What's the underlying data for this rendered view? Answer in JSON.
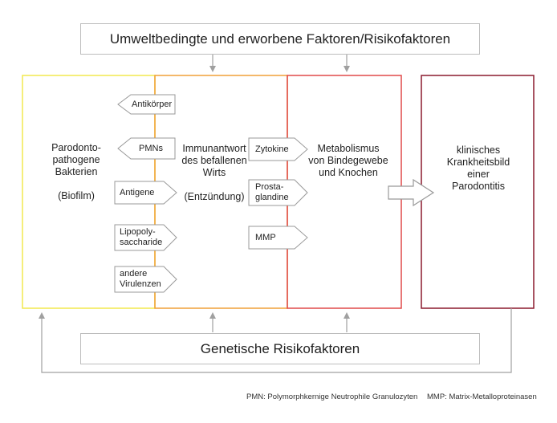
{
  "top_banner": "Umweltbedingte und erworbene Faktoren/Risikofaktoren",
  "bottom_banner": "Genetische Risikofaktoren",
  "columns": {
    "bacteria": "Parodonto-\npathogene\nBakterien\n\n(Biofilm)",
    "immune": "Immunantwort\ndes befallenen\nWirts\n\n(Entzündung)",
    "metabolism": "Metabolismus\nvon Bindegewebe\nund Knochen",
    "clinical": "klinisches\nKrankheitsbild\neiner\nParodontitis"
  },
  "left_tags": {
    "antibodies": "Antikörper",
    "pmns": "PMNs",
    "antigens": "Antigene",
    "lps": "Lipopoly-\nsaccharide",
    "virulence": "andere\nVirulenzen"
  },
  "mid_tags": {
    "cytokines": "Zytokine",
    "prostaglandins": "Prosta-\nglandine",
    "mmp": "MMP"
  },
  "footnotes": {
    "pmn": "PMN: Polymorphkernige Neutrophile Granulozyten",
    "mmp": "MMP: Matrix-Metalloproteinasen"
  },
  "colors": {
    "bacteria_border": "#f2e94e",
    "immune_border": "#f0a038",
    "metabolism_border": "#e04a4a",
    "clinical_border": "#8b1a2e",
    "gray": "#9a9a9a"
  }
}
